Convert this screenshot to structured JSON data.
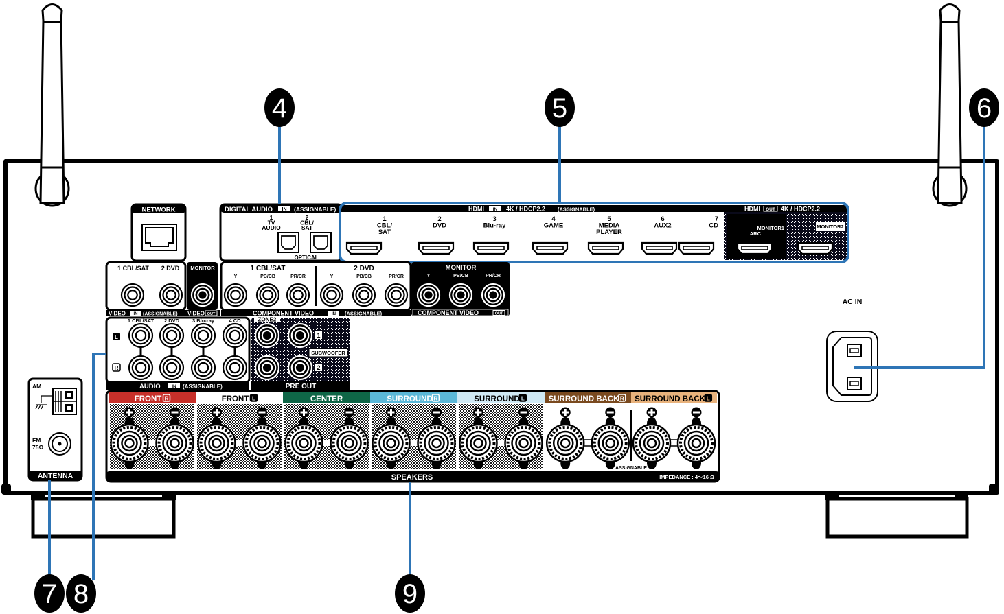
{
  "callouts": [
    {
      "number": "4",
      "target": "digital-audio-optical-inputs"
    },
    {
      "number": "5",
      "target": "hdmi-connectors"
    },
    {
      "number": "6",
      "target": "ac-inlet"
    },
    {
      "number": "7",
      "target": "fm-am-antenna-terminals"
    },
    {
      "number": "8",
      "target": "audio-connectors"
    },
    {
      "number": "9",
      "target": "speaker-terminals"
    }
  ],
  "colors": {
    "callout_line": "#2e75b6",
    "front_r": "#c7302a",
    "center": "#0f6647",
    "surround_r": "#5bb8d8",
    "surround_l": "#cfe9f4",
    "surround_back_r": "#7a4a1f",
    "surround_back_l": "#e8b27c"
  },
  "network": {
    "title": "NETWORK"
  },
  "digital_audio": {
    "title": "DIGITAL AUDIO",
    "in_badge": "IN",
    "assignable": "(ASSIGNABLE)",
    "footer": "OPTICAL",
    "inputs": [
      {
        "number": "1",
        "label": "TV\nAUDIO"
      },
      {
        "number": "2",
        "label": "CBL/\nSAT"
      }
    ]
  },
  "hdmi_in": {
    "title": "HDMI",
    "in_badge": "IN",
    "spec": "4K / HDCP2.2",
    "assignable": "(ASSIGNABLE)",
    "inputs": [
      {
        "number": "1",
        "label": "CBL/\nSAT"
      },
      {
        "number": "2",
        "label": "DVD"
      },
      {
        "number": "3",
        "label": "Blu-ray"
      },
      {
        "number": "4",
        "label": "GAME"
      },
      {
        "number": "5",
        "label": "MEDIA\nPLAYER"
      },
      {
        "number": "6",
        "label": "AUX2"
      },
      {
        "number": "7",
        "label": "CD"
      }
    ]
  },
  "hdmi_out": {
    "title": "HDMI",
    "out_badge": "OUT",
    "spec": "4K / HDCP2.2",
    "outputs": [
      {
        "label": "MONITOR1\nARC"
      },
      {
        "label": "MONITOR2"
      }
    ]
  },
  "video": {
    "inputs": [
      "1 CBL/SAT",
      "2 DVD"
    ],
    "monitor": "MONITOR",
    "footer_in": "VIDEO",
    "footer_in_badge": "IN",
    "footer_assignable": "(ASSIGNABLE)",
    "footer_out": "VIDEO",
    "footer_out_badge": "OUT"
  },
  "component_in": {
    "groups": [
      {
        "title": "1 CBL/SAT",
        "jacks": [
          "Y",
          "PB/CB",
          "PR/CR"
        ]
      },
      {
        "title": "2 DVD",
        "jacks": [
          "Y",
          "PB/CB",
          "PR/CR"
        ]
      }
    ],
    "footer": "COMPONENT VIDEO",
    "footer_badge": "IN",
    "footer_assignable": "(ASSIGNABLE)"
  },
  "component_out": {
    "title": "MONITOR",
    "jacks": [
      "Y",
      "PB/CB",
      "PR/CR"
    ],
    "footer": "COMPONENT VIDEO",
    "footer_badge": "OUT"
  },
  "audio_in": {
    "inputs": [
      "1 CBL/SAT",
      "2 DVD",
      "3 Blu-ray",
      "4 CD"
    ],
    "left": "L",
    "right": "R",
    "footer": "AUDIO",
    "footer_badge": "IN",
    "footer_assignable": "(ASSIGNABLE)"
  },
  "pre_out": {
    "zone2": "ZONE2",
    "subwoofer": "SUBWOOFER",
    "sub1": "1",
    "sub2": "2",
    "footer": "PRE OUT"
  },
  "antenna": {
    "am": "AM",
    "fm": "FM",
    "fm_impedance": "75Ω",
    "footer": "ANTENNA"
  },
  "speakers": {
    "channels": [
      {
        "name": "FRONT",
        "side": "R",
        "color_key": "front_r",
        "text_color": "#ffffff"
      },
      {
        "name": "FRONT",
        "side": "L",
        "color_key": "white",
        "text_color": "#000000"
      },
      {
        "name": "CENTER",
        "side": "",
        "color_key": "center",
        "text_color": "#ffffff"
      },
      {
        "name": "SURROUND",
        "side": "R",
        "color_key": "surround_r",
        "text_color": "#ffffff"
      },
      {
        "name": "SURROUND",
        "side": "L",
        "color_key": "surround_l",
        "text_color": "#000000"
      },
      {
        "name": "SURROUND BACK",
        "side": "R",
        "color_key": "surround_back_r",
        "text_color": "#ffffff"
      },
      {
        "name": "SURROUND BACK",
        "side": "L",
        "color_key": "surround_back_l",
        "text_color": "#000000"
      }
    ],
    "plus": "+",
    "minus": "−",
    "assignable": "ASSIGNABLE",
    "footer": "SPEAKERS",
    "impedance": "IMPEDANCE : 4〜16 Ω"
  },
  "ac_in": {
    "label": "AC IN"
  }
}
